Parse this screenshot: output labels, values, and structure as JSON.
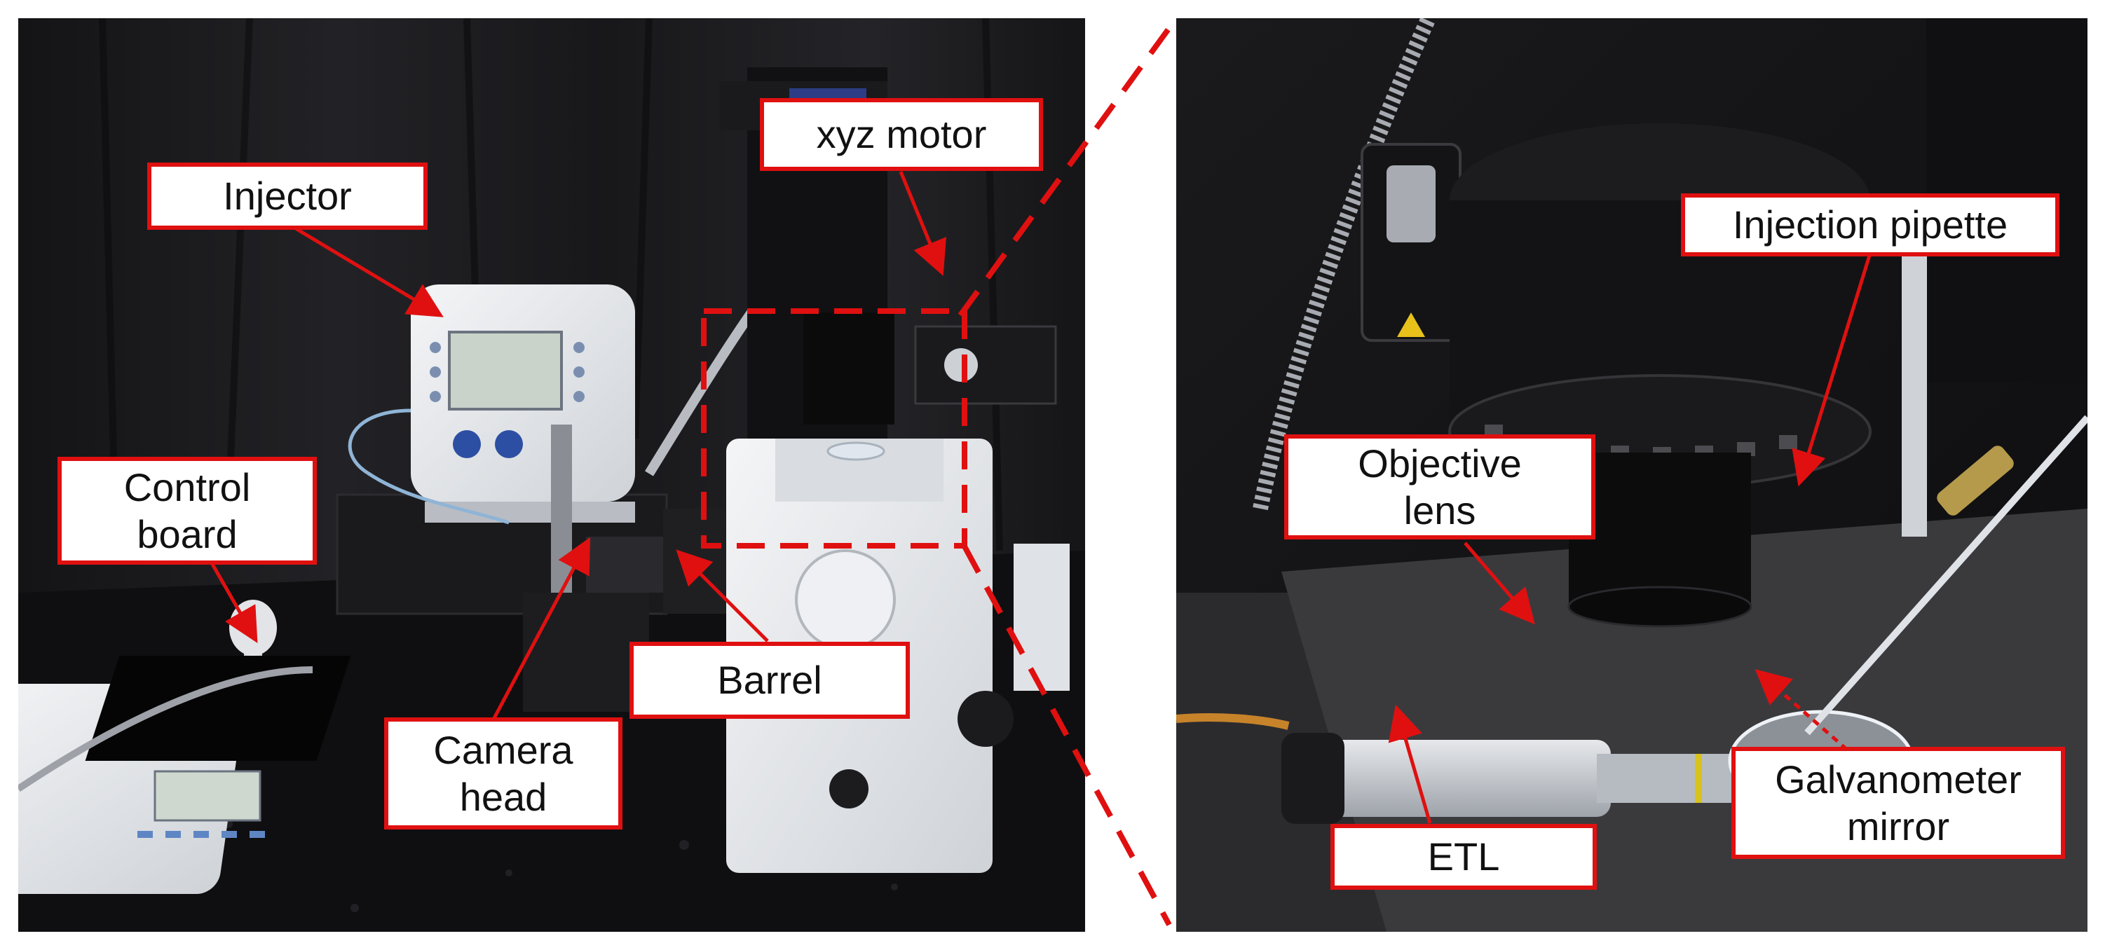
{
  "colors": {
    "annotation_red": "#e01010",
    "label_fill": "#ffffff",
    "curtain": "#1c1c1e",
    "bench": "#101012",
    "device_white": "#e9ebee",
    "metal": "#8a8e94"
  },
  "labels": {
    "xyz_motor": "xyz motor",
    "injector": "Injector",
    "control_board_l1": "Control",
    "control_board_l2": "board",
    "barrel": "Barrel",
    "camera_head_l1": "Camera",
    "camera_head_l2": "head",
    "injection_pipette": "Injection pipette",
    "objective_lens_l1": "Objective",
    "objective_lens_l2": "lens",
    "etl": "ETL",
    "galvanometer_mirror_l1": "Galvanometer",
    "galvanometer_mirror_l2": "mirror"
  }
}
